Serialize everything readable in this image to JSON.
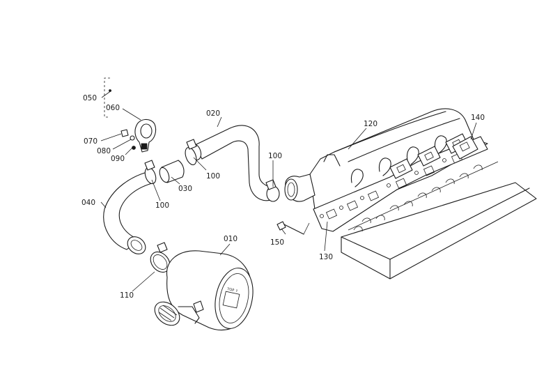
{
  "diagram": {
    "labels": [
      {
        "key": "050",
        "text": "050"
      },
      {
        "key": "060",
        "text": "060"
      },
      {
        "key": "070",
        "text": "070"
      },
      {
        "key": "080",
        "text": "080"
      },
      {
        "key": "090",
        "text": "090"
      },
      {
        "key": "020",
        "text": "020"
      },
      {
        "key": "100a",
        "text": "100"
      },
      {
        "key": "100b",
        "text": "100"
      },
      {
        "key": "030",
        "text": "030"
      },
      {
        "key": "100c",
        "text": "100"
      },
      {
        "key": "040",
        "text": "040"
      },
      {
        "key": "010",
        "text": "010"
      },
      {
        "key": "110",
        "text": "110"
      },
      {
        "key": "120",
        "text": "120"
      },
      {
        "key": "140",
        "text": "140"
      },
      {
        "key": "150",
        "text": "150"
      },
      {
        "key": "130",
        "text": "130"
      }
    ],
    "cleaner_marking": "TOP ⇧"
  },
  "colors": {
    "line": "#1a1a1a",
    "background": "#ffffff"
  }
}
